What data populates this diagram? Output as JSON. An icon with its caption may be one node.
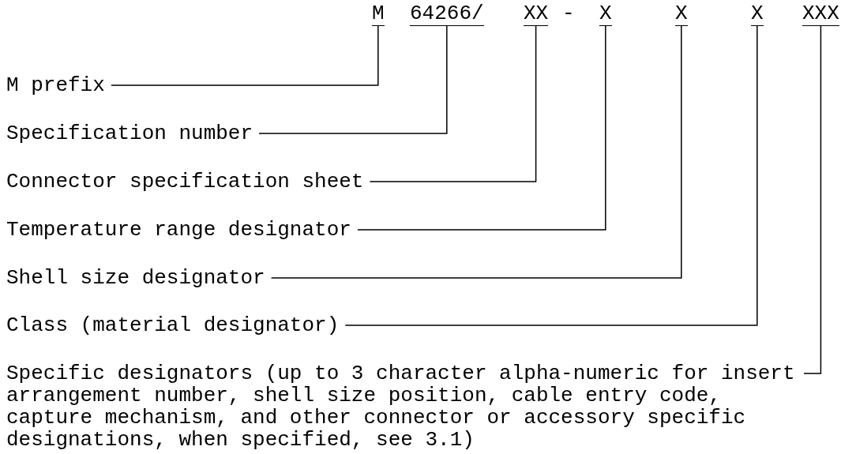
{
  "diagram": {
    "nodes": [
      {
        "text": [
          "M"
        ]
      },
      {
        "text": [
          "64266/"
        ]
      },
      {
        "text": [
          "XX"
        ]
      },
      {
        "text": [
          "X"
        ]
      },
      {
        "text": [
          "X"
        ]
      },
      {
        "text": [
          "X"
        ]
      },
      {
        "text": [
          "XXX"
        ]
      },
      {
        "text": [
          "M prefix"
        ]
      },
      {
        "text": [
          "Specification number"
        ]
      },
      {
        "text": [
          "Connector specification sheet"
        ]
      },
      {
        "text": [
          "Temperature range designator"
        ]
      },
      {
        "text": [
          "Shell size designator"
        ]
      },
      {
        "text": [
          "Class (material designator)"
        ]
      },
      {
        "text": [
          "Specific designators (up to 3 character alpha-numeric for insert arrangement number, shell size position, cable entry code, capture mechanism, and other connector or accessory specific designations, when specified, see 3.1)"
        ]
      }
    ],
    "edges": [
      {
        "from": 7,
        "to": 0,
        "arrow": "none"
      },
      {
        "from": 8,
        "to": 1,
        "arrow": "none"
      },
      {
        "from": 9,
        "to": 2,
        "arrow": "none"
      },
      {
        "from": 10,
        "to": 3,
        "arrow": "none"
      },
      {
        "from": 11,
        "to": 4,
        "arrow": "none"
      },
      {
        "from": 12,
        "to": 5,
        "arrow": "none"
      },
      {
        "from": 13,
        "to": 6,
        "arrow": "none"
      }
    ],
    "labels": [
      "-"
    ]
  }
}
